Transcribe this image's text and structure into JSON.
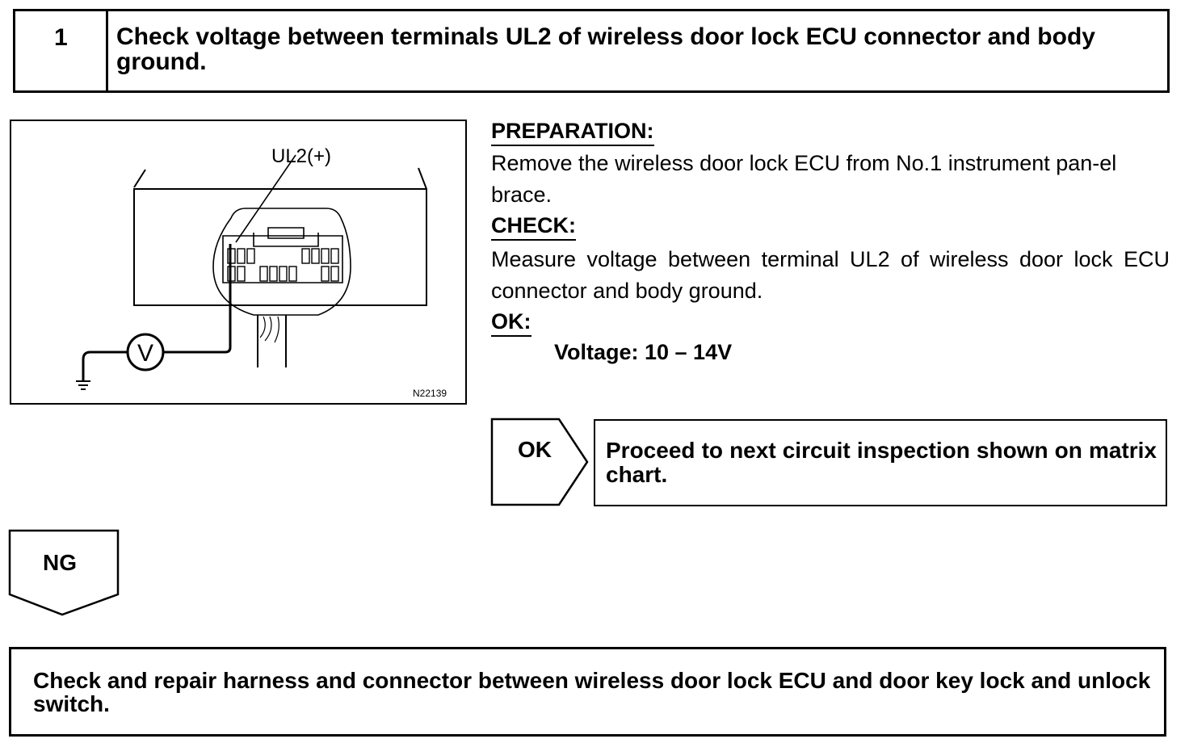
{
  "step": {
    "number": "1",
    "title": "Check voltage between terminals UL2 of wireless door lock ECU connector and body ground."
  },
  "diagram": {
    "terminal_label": "UL2(+)",
    "meter_symbol": "V",
    "figure_code": "N22139"
  },
  "preparation": {
    "heading": "PREPARATION:",
    "text": "Remove the wireless door lock ECU from No.1 instrument pan-el brace."
  },
  "check": {
    "heading": "CHECK:",
    "text": "Measure voltage between terminal UL2 of wireless door lock ECU connector and body ground."
  },
  "ok_spec": {
    "heading": "OK:",
    "spec": "Voltage: 10 – 14V"
  },
  "ok_result": {
    "label": "OK",
    "text": "Proceed to next circuit inspection shown on matrix chart."
  },
  "ng_result": {
    "label": "NG",
    "text": "Check and repair harness and connector between wireless door lock ECU and door key lock and unlock switch."
  }
}
